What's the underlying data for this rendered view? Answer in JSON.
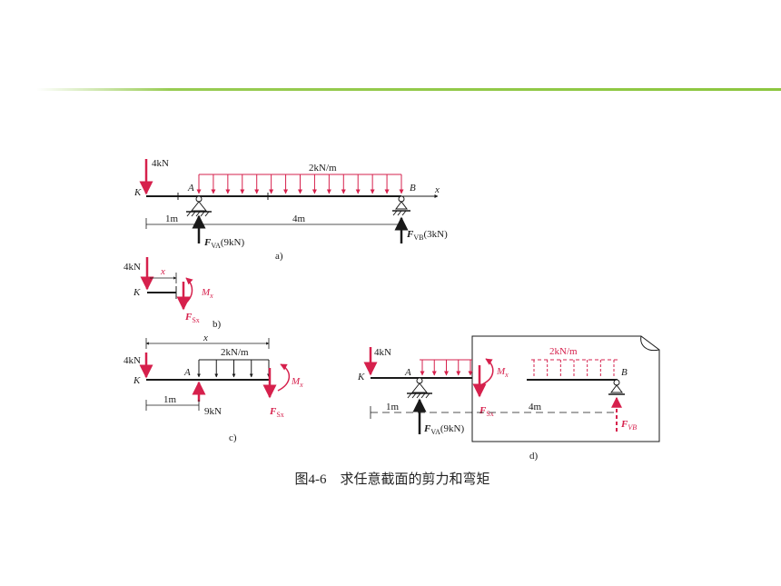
{
  "caption": "图4-6　求任意截面的剪力和弯矩",
  "colors": {
    "accent_line": "#8cc63f",
    "force": "#d6204c",
    "beam": "#1a1a1a"
  },
  "a": {
    "load_k": "4kN",
    "dist_load": "2kN/m",
    "K": "K",
    "A": "A",
    "B": "B",
    "x_axis": "x",
    "dim_1": "1m",
    "dim_2": "4m",
    "fva_base": "F",
    "fva_sub": "VA",
    "fva_val": "(9kN)",
    "fvb_base": "F",
    "fvb_sub": "VB",
    "fvb_val": "(3kN)",
    "tag": "a)"
  },
  "b": {
    "load_k": "4kN",
    "x": "x",
    "K": "K",
    "m_base": "M",
    "m_sub": "x",
    "f_base": "F",
    "f_sub": "Sx",
    "tag": "b)"
  },
  "c": {
    "load_k": "4kN",
    "x": "x",
    "dist_load": "2kN/m",
    "K": "K",
    "A": "A",
    "m_base": "M",
    "m_sub": "x",
    "dim_1": "1m",
    "react": "9kN",
    "f_base": "F",
    "f_sub": "Sx",
    "tag": "c)"
  },
  "d": {
    "load_k": "4kN",
    "K": "K",
    "A": "A",
    "B": "B",
    "m_base": "M",
    "m_sub": "x",
    "dist_load": "2kN/m",
    "f_base": "F",
    "f_sub": "Sx",
    "dim_1": "1m",
    "dim_2": "4m",
    "fva_base": "F",
    "fva_sub": "VA",
    "fva_val": "(9kN)",
    "fvb_base": "F",
    "fvb_sub": "VB",
    "tag": "d)"
  }
}
